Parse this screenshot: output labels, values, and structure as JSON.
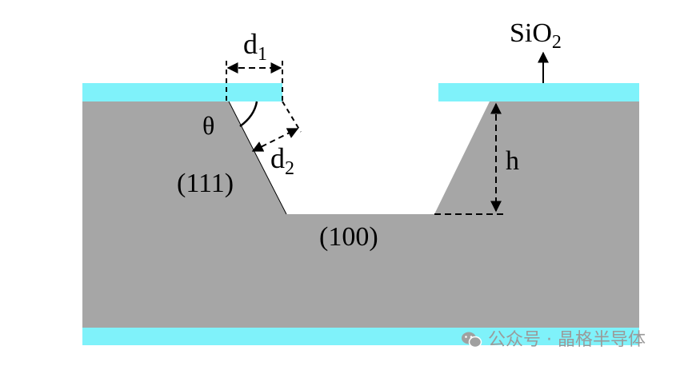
{
  "colors": {
    "substrate": "#a6a6a6",
    "oxide": "#7ff2fa",
    "line": "#000000",
    "watermark": "#9a9a9a"
  },
  "labels": {
    "d1_main": "d",
    "d1_sub": "1",
    "d2_main": "d",
    "d2_sub": "2",
    "theta": "θ",
    "h": "h",
    "plane_111": "(111)",
    "plane_100": "(100)",
    "sio2_main": "SiO",
    "sio2_sub": "2"
  },
  "watermark": {
    "icon": "wechat-icon",
    "text": "公众号 · 晶格半导体"
  }
}
